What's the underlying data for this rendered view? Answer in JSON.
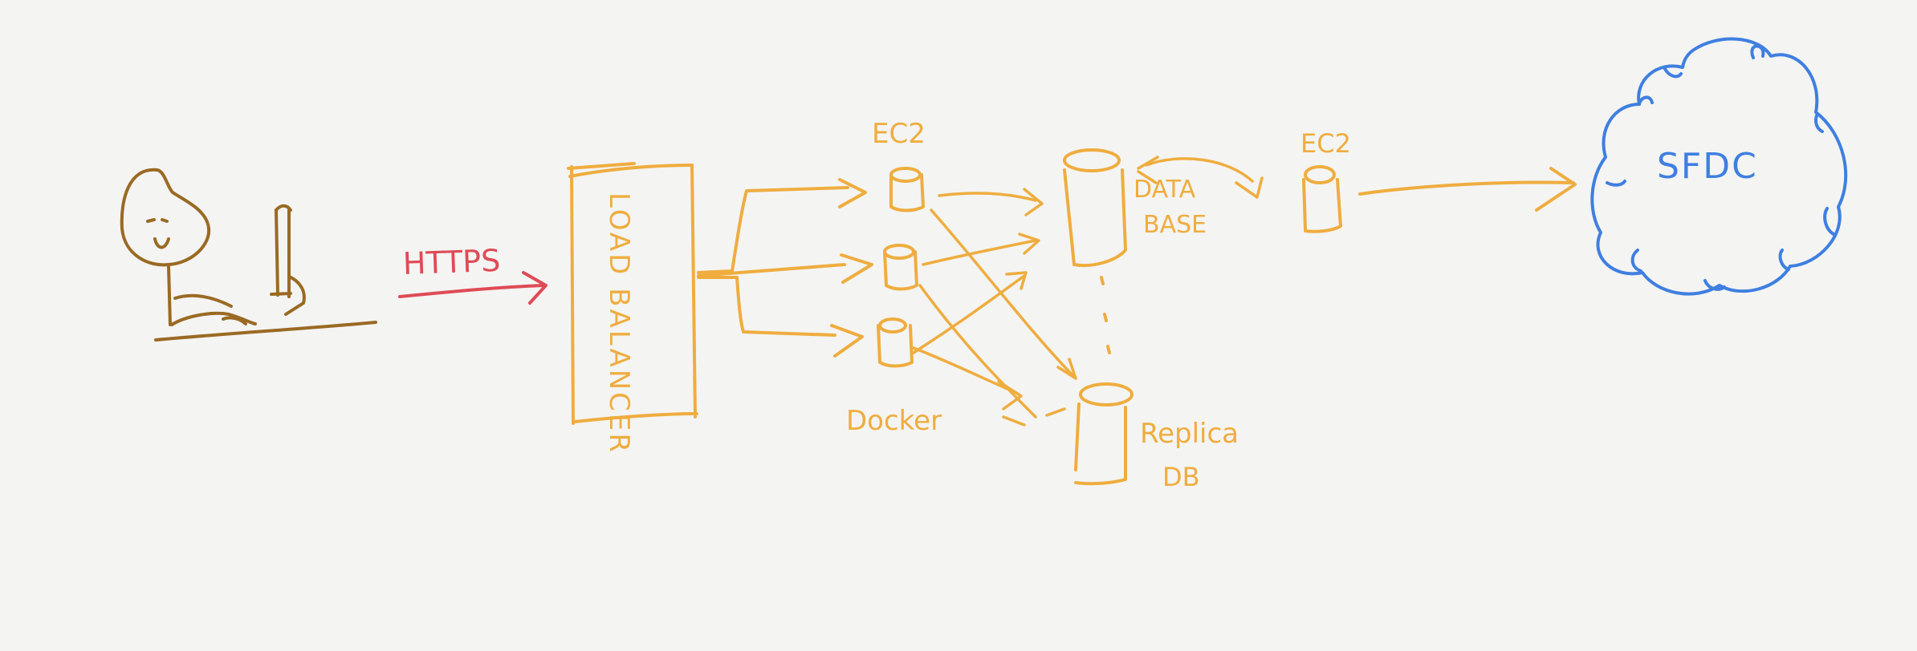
{
  "colors": {
    "background": "#f4f4f3",
    "user": "#9a6a23",
    "https": "#df4b55",
    "infra": "#efad3f",
    "sfdc": "#3f7fe0"
  },
  "labels": {
    "https": "HTTPS",
    "load_balancer": "LOAD BALANCER",
    "ec2_top": "EC2",
    "docker": "Docker",
    "database_line1": "DATA",
    "database_line2": "BASE",
    "replica_line1": "Replica",
    "replica_line2": "DB",
    "ec2_right": "EC2",
    "sfdc": "SFDC"
  },
  "icons": {
    "user": "person-at-laptop-icon",
    "docker_containers": "cylinder-icon",
    "database": "database-cylinder-icon",
    "cloud": "cloud-icon"
  }
}
